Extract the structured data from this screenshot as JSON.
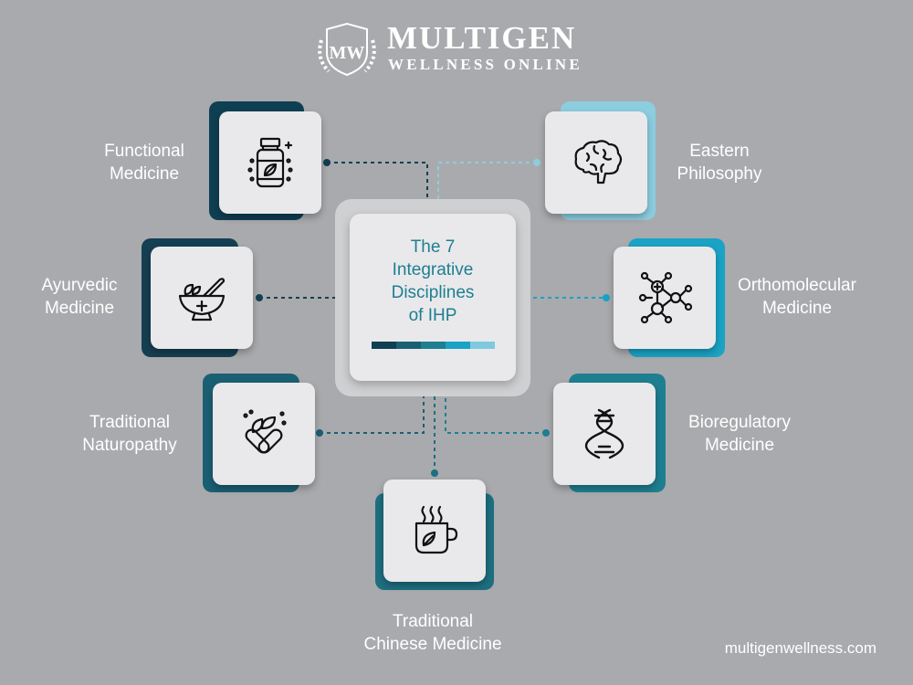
{
  "brand": {
    "seal_text": "MW",
    "title": "MULTIGEN",
    "subtitle": "WELLNESS ONLINE"
  },
  "center": {
    "title": "The 7\nIntegrative\nDisciplines\nof IHP",
    "bar_colors": [
      "#0f3f52",
      "#1b5f73",
      "#1e7f91",
      "#1aa3c5",
      "#7fc9de"
    ]
  },
  "disciplines": [
    {
      "id": "functional",
      "label": "Functional\nMedicine",
      "icon": "supplement-bottle-icon",
      "accent": "#0f3f52"
    },
    {
      "id": "eastern",
      "label": "Eastern\nPhilosophy",
      "icon": "brain-icon",
      "accent": "#8ccde0"
    },
    {
      "id": "ayurvedic",
      "label": "Ayurvedic\nMedicine",
      "icon": "mortar-pestle-icon",
      "accent": "#153f52"
    },
    {
      "id": "orthomolecular",
      "label": "Orthomolecular\nMedicine",
      "icon": "molecule-icon",
      "accent": "#1aa3c5"
    },
    {
      "id": "naturopathy",
      "label": "Traditional\nNaturopathy",
      "icon": "herbal-capsules-icon",
      "accent": "#1b5f73"
    },
    {
      "id": "bioregulatory",
      "label": "Bioregulatory\nMedicine",
      "icon": "dna-icon",
      "accent": "#1e7f91"
    },
    {
      "id": "tcm",
      "label": "Traditional\nChinese Medicine",
      "icon": "herbal-tea-cup-icon",
      "accent": "#1e6f80"
    }
  ],
  "footer": {
    "url": "multigenwellness.com"
  }
}
